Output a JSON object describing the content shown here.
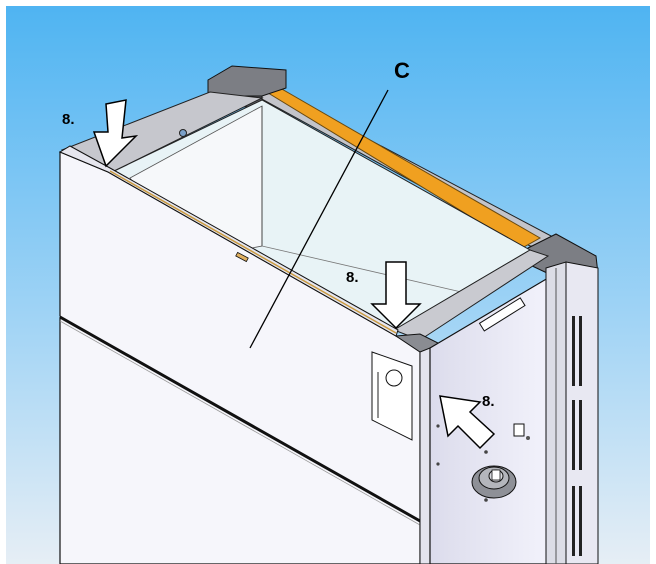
{
  "callouts": {
    "label_c": "C",
    "arrow_left": "8.",
    "arrow_middle": "8.",
    "arrow_right": "8."
  },
  "colors": {
    "sky_top": "#4fb4f2",
    "sky_bottom": "#e4eef6",
    "panel": "#f4f4fa",
    "panel_edge": "#1a1a1a",
    "rail": "#b9bac0",
    "gasket": "#f0a020",
    "cavity": "#eaf3f6",
    "arrow_fill": "#ffffff"
  },
  "icons": [
    "arrow-down-icon",
    "arrow-diagonal-icon",
    "knob-icon",
    "screw-icon",
    "latch-icon"
  ]
}
